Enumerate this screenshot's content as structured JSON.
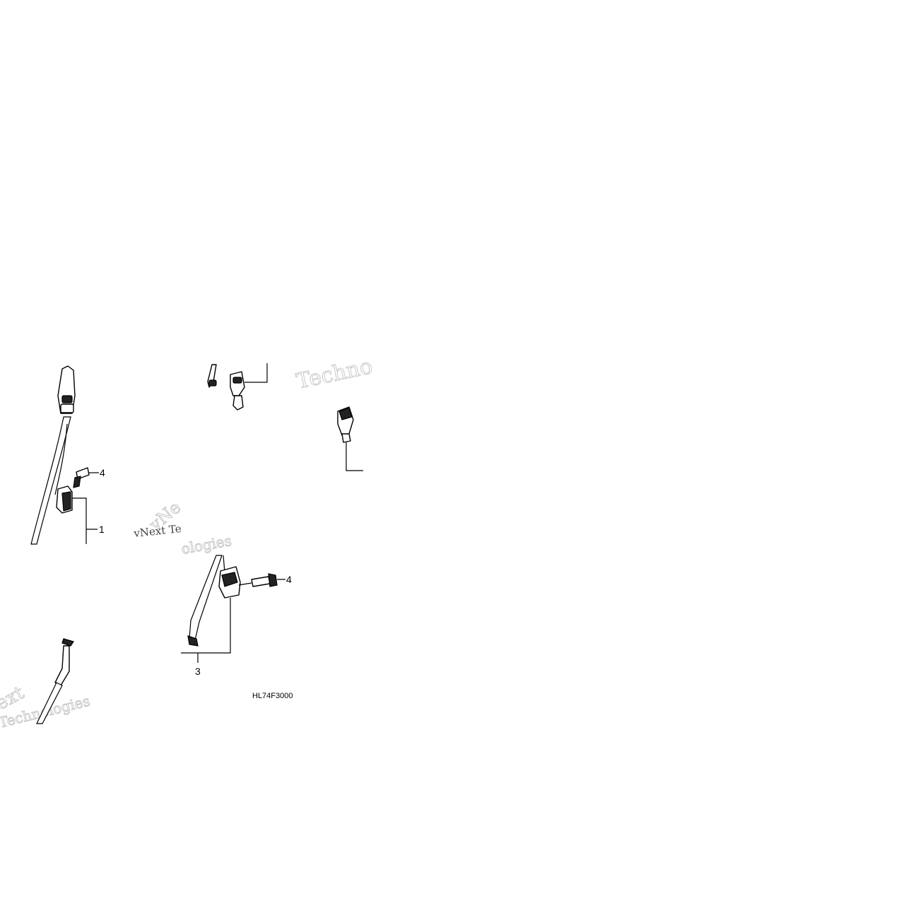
{
  "diagram": {
    "callouts": {
      "part_1": "1",
      "part_3": "3",
      "part_4_upper": "4",
      "part_4_lower": "4"
    },
    "drawing_code": "HL74F3000",
    "watermarks": {
      "wm_1": "Techno",
      "wm_2": "vNe",
      "wm_3": "vNext Te",
      "wm_4": "ologies",
      "wm_5": "ext",
      "wm_6": "Technologies"
    }
  }
}
